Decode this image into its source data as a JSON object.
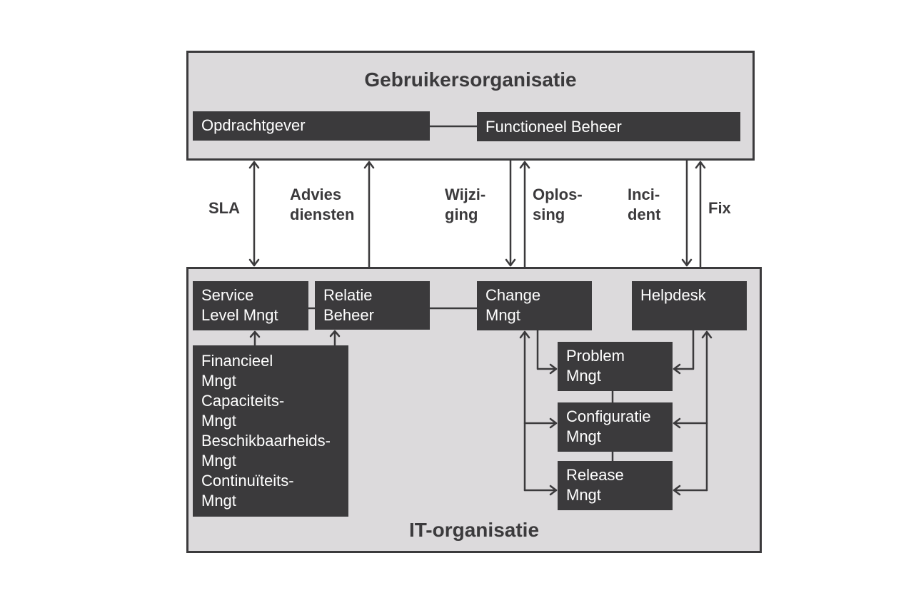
{
  "user_org": {
    "title": "Gebruikersorganisatie",
    "opdrachtgever": "Opdrachtgever",
    "functioneel_beheer": "Functioneel Beheer"
  },
  "flows": {
    "sla": "SLA",
    "advies": [
      "Advies",
      "diensten"
    ],
    "wijziging": [
      "Wijzi-",
      "ging"
    ],
    "oplossing": [
      "Oplos-",
      "sing"
    ],
    "incident": [
      "Inci-",
      "dent"
    ],
    "fix": "Fix"
  },
  "it_org": {
    "title": "IT-organisatie",
    "service_level": [
      "Service",
      "Level Mngt"
    ],
    "relatie_beheer": [
      "Relatie",
      "Beheer"
    ],
    "change": [
      "Change",
      "Mngt"
    ],
    "helpdesk": "Helpdesk",
    "support": [
      "Financieel",
      "Mngt",
      "Capaciteits-",
      "Mngt",
      "Beschikbaarheids-",
      "Mngt",
      "Continuïteits-",
      "Mngt"
    ],
    "problem": [
      "Problem",
      "Mngt"
    ],
    "configuratie": [
      "Configuratie",
      "Mngt"
    ],
    "release": [
      "Release",
      "Mngt"
    ]
  },
  "colors": {
    "org_fill": "#dcdadc",
    "box_fill": "#3b3a3c",
    "line": "#3b3a3c"
  }
}
